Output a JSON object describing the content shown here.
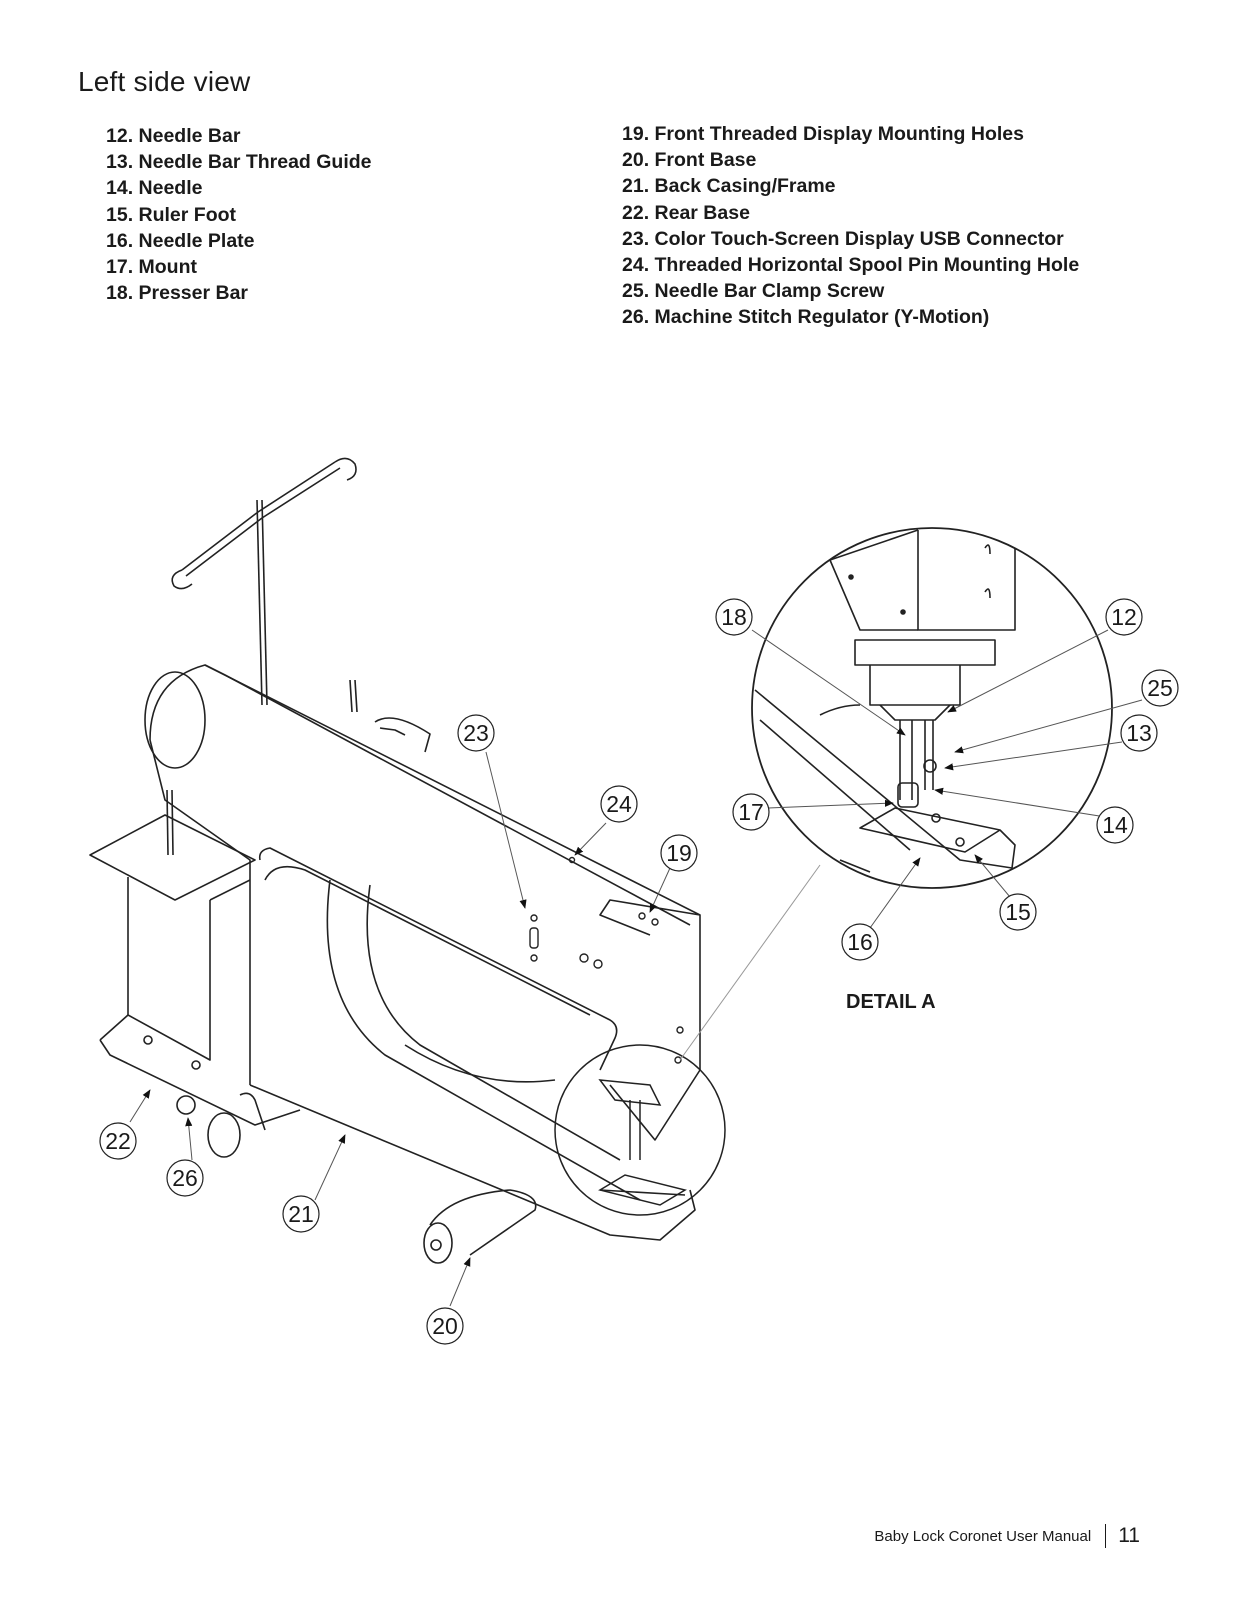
{
  "page": {
    "section_title": "Left side view",
    "parts_left": [
      "12. Needle Bar",
      "13. Needle Bar Thread Guide",
      "14. Needle",
      "15. Ruler Foot",
      "16. Needle Plate",
      "17. Mount",
      "18. Presser Bar"
    ],
    "parts_right": [
      "19. Front Threaded Display Mounting Holes",
      "20. Front Base",
      "21. Back Casing/Frame",
      "22. Rear Base",
      "23. Color Touch-Screen Display USB Connector",
      "24. Threaded Horizontal Spool Pin Mounting Hole",
      "25. Needle Bar Clamp Screw",
      "26. Machine Stitch Regulator (Y-Motion)"
    ]
  },
  "figure": {
    "callouts": {
      "c12": "12",
      "c13": "13",
      "c14": "14",
      "c15": "15",
      "c16": "16",
      "c17": "17",
      "c18": "18",
      "c19": "19",
      "c20": "20",
      "c21": "21",
      "c22": "22",
      "c23": "23",
      "c24": "24",
      "c25": "25",
      "c26": "26"
    },
    "detail_label": "DETAIL A"
  },
  "footer": {
    "manual_title": "Baby Lock Coronet User Manual",
    "page_number": "11"
  }
}
